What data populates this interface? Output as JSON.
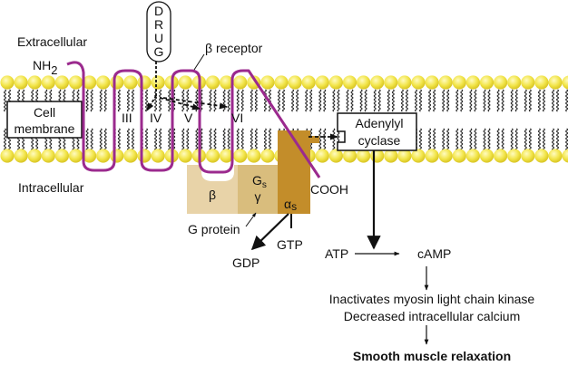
{
  "labels": {
    "extracellular": "Extracellular",
    "intracellular": "Intracellular",
    "nh2": "NH",
    "nh2_sub": "2",
    "cooh": "COOH",
    "drug_letters": [
      "D",
      "R",
      "U",
      "G"
    ],
    "beta_receptor": "β receptor",
    "cell_membrane_line1": "Cell",
    "cell_membrane_line2": "membrane",
    "helix_iii": "III",
    "helix_iv": "IV",
    "helix_v": "V",
    "helix_vi": "VI",
    "adenylyl_line1": "Adenylyl",
    "adenylyl_line2": "cyclase",
    "g_beta": "β",
    "g_gs": "G",
    "g_gs_sub": "s",
    "g_gamma": "γ",
    "g_alpha": "α",
    "g_alpha_sub": "s",
    "g_protein": "G protein",
    "gtp": "GTP",
    "gdp": "GDP",
    "atp": "ATP",
    "camp": "cAMP",
    "effect_line1": "Inactivates myosin light chain kinase",
    "effect_line2": "Decreased intracellular calcium",
    "result": "Smooth muscle relaxation"
  },
  "colors": {
    "lipid_head": "#f2e64a",
    "lipid_head_light": "#fffbb0",
    "receptor": "#9b2a8e",
    "g_beta": "#e8d3a8",
    "g_gamma": "#d9bd7d",
    "g_alpha": "#c38d2a"
  }
}
